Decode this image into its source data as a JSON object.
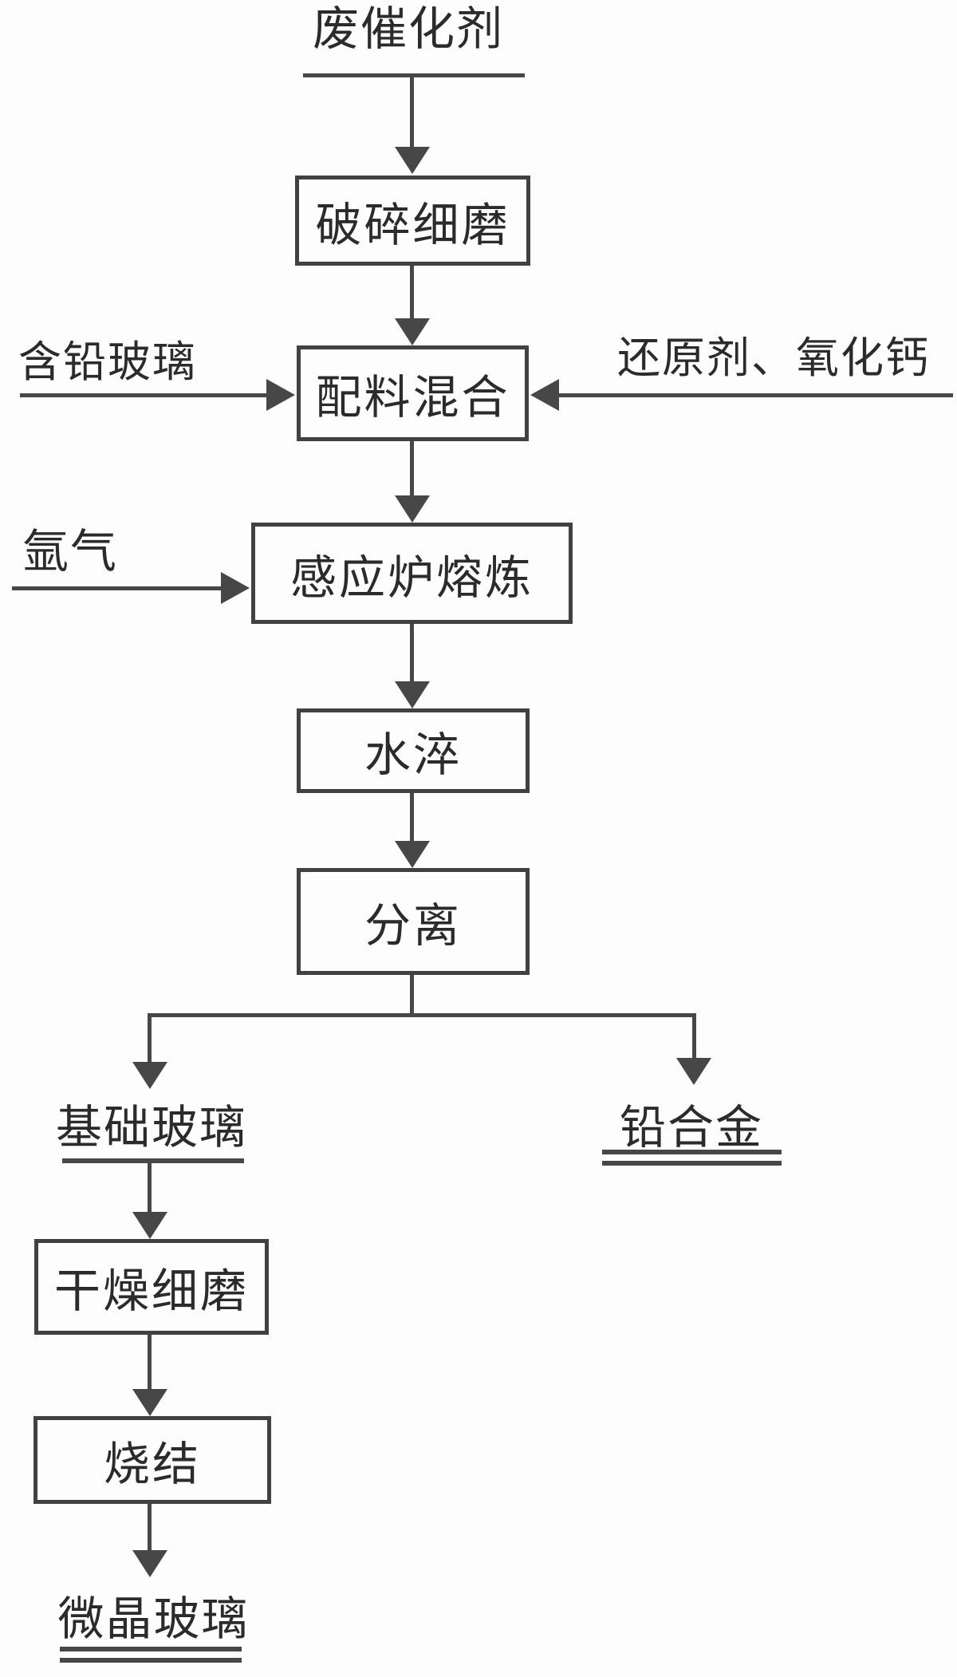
{
  "diagram": {
    "type": "flowchart",
    "direction": "top-down",
    "colors": {
      "line": "#474747",
      "text": "#2b2b2b",
      "background": "#fdfdfd"
    },
    "nodes": {
      "start": {
        "label": "废催化剂",
        "kind": "input-terminal",
        "underline": "single"
      },
      "crush": {
        "label": "破碎细磨",
        "kind": "process-box"
      },
      "mix": {
        "label": "配料混合",
        "kind": "process-box"
      },
      "smelt": {
        "label": "感应炉熔炼",
        "kind": "process-box"
      },
      "quench": {
        "label": "水淬",
        "kind": "process-box"
      },
      "separate": {
        "label": "分离",
        "kind": "process-box"
      },
      "base_glass": {
        "label": "基础玻璃",
        "kind": "intermediate",
        "underline": "single"
      },
      "lead_alloy": {
        "label": "铅合金",
        "kind": "output-terminal",
        "underline": "double"
      },
      "dry_grind": {
        "label": "干燥细磨",
        "kind": "process-box"
      },
      "sinter": {
        "label": "烧结",
        "kind": "process-box"
      },
      "glass_ceramic": {
        "label": "微晶玻璃",
        "kind": "output-terminal",
        "underline": "double"
      }
    },
    "side_inputs": {
      "lead_glass": {
        "label": "含铅玻璃",
        "into": "mix",
        "side": "left"
      },
      "reductant": {
        "label": "还原剂、氧化钙",
        "into": "mix",
        "side": "right"
      },
      "argon": {
        "label": "氩气",
        "into": "smelt",
        "side": "left"
      }
    },
    "edges": [
      "start→crush",
      "crush→mix",
      "mix→smelt",
      "smelt→quench",
      "quench→separate",
      "separate→base_glass",
      "separate→lead_alloy",
      "base_glass→dry_grind",
      "dry_grind→sinter",
      "sinter→glass_ceramic"
    ]
  }
}
